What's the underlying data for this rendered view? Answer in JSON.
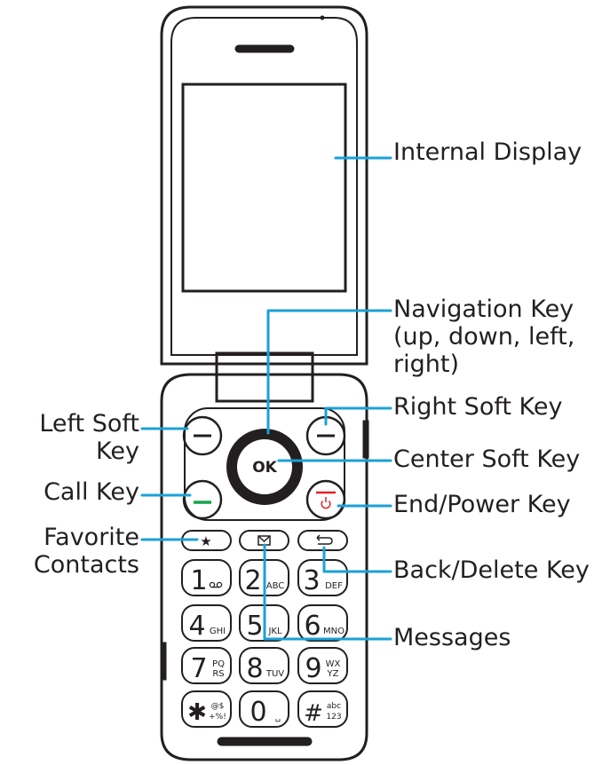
{
  "labels": {
    "internal_display": "Internal Display",
    "navigation_key": "Navigation Key\n(up, down, left,\nright)",
    "right_soft_key": "Right Soft Key",
    "center_soft_key": "Center Soft Key",
    "end_power_key": "End/Power Key",
    "back_delete_key": "Back/Delete Key",
    "messages": "Messages",
    "left_soft_key": "Left Soft\nKey",
    "call_key": "Call Key",
    "favorite_contacts": "Favorite\nContacts"
  },
  "keys": {
    "ok": "OK",
    "k1_digit": "1",
    "k1_sub": "",
    "k2_digit": "2",
    "k2_sub": "ABC",
    "k3_digit": "3",
    "k3_sub": "DEF",
    "k4_digit": "4",
    "k4_sub": "GHI",
    "k5_digit": "5",
    "k5_sub": "JKL",
    "k6_digit": "6",
    "k6_sub": "MNO",
    "k7_digit": "7",
    "k7_sub1": "PQ",
    "k7_sub2": "RS",
    "k8_digit": "8",
    "k8_sub": "TUV",
    "k9_digit": "9",
    "k9_sub1": "WX",
    "k9_sub2": "YZ",
    "star_digit": "✱",
    "star_sub1": "@$",
    "star_sub2": "+%!",
    "k0_digit": "0",
    "k0_sub": "␣",
    "hash_digit": "#",
    "hash_sub1": "abc",
    "hash_sub2": "123",
    "favorite_symbol": "★"
  },
  "colors": {
    "leader": "#1ba1d8",
    "outline": "#231f20",
    "call_green": "#17a34a",
    "end_red": "#e0242b"
  }
}
